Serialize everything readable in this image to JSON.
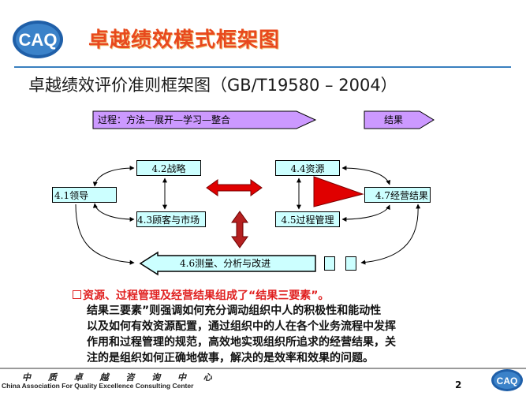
{
  "header": {
    "logo_text": "CAQ",
    "title": "卓越绩效模式框架图"
  },
  "subtitle": "卓越绩效评价准则框架图（GB/T19580 – 2004）",
  "diagram": {
    "process_arrow_label": "过程：方法—展开—学习—整合",
    "results_arrow_label": "结果",
    "boxes": {
      "leadership": "4.1领导",
      "strategy": "4.2战略",
      "customers": "4.3顾客与市场",
      "resources": "4.4资源",
      "process_management": "4.5过程管理",
      "measurement": "4.6测量、分析与改进",
      "results": "4.7经营结果"
    },
    "colors": {
      "box_fill": "#ccffff",
      "arrow_red": "#e00000",
      "arrow_dark_red": "#b52020",
      "banner_fill": "#cc99ff"
    }
  },
  "text": {
    "bullet": "资源、过程管理及经营结果组成了“结果三要素”。",
    "body_lines": [
      "结果三要素”则强调如何充分调动组织中人的积极性和能动性",
      "以及如何有效资源配置，通过组织中的人在各个业务流程中发挥",
      "作用和过程管理的规范，高效地实现组织所追求的经营结果，关",
      "注的是组织如何正确地做事，解决的是效率和效果的问题。"
    ]
  },
  "footer": {
    "org_cn": "中 质 卓 越 咨 询 中 心",
    "org_en": "China Association For Quality Excellence Consulting Center",
    "page_number": "2",
    "logo_text": "CAQ"
  }
}
